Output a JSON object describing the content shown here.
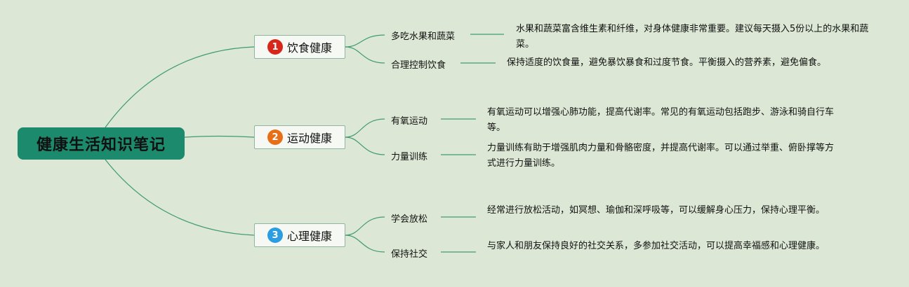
{
  "root": {
    "label": "健康生活知识笔记"
  },
  "colors": {
    "line": "#3f9a72",
    "num1": "#d8261b",
    "num2": "#e66f17",
    "num3": "#2c9de0"
  },
  "branches": [
    {
      "number": "1",
      "label": "饮食健康",
      "items": [
        {
          "label": "多吃水果和蔬菜",
          "desc": "水果和蔬菜富含维生素和纤维，对身体健康非常重要。建议每天摄入5份以上的水果和蔬菜。"
        },
        {
          "label": "合理控制饮食",
          "desc": "保持适度的饮食量，避免暴饮暴食和过度节食。平衡摄入的营养素，避免偏食。"
        }
      ]
    },
    {
      "number": "2",
      "label": "运动健康",
      "items": [
        {
          "label": "有氧运动",
          "desc": "有氧运动可以增强心肺功能，提高代谢率。常见的有氧运动包括跑步、游泳和骑自行车等。"
        },
        {
          "label": "力量训练",
          "desc": "力量训练有助于增强肌肉力量和骨骼密度，并提高代谢率。可以通过举重、俯卧撑等方式进行力量训练。"
        }
      ]
    },
    {
      "number": "3",
      "label": "心理健康",
      "items": [
        {
          "label": "学会放松",
          "desc": "经常进行放松活动，如冥想、瑜伽和深呼吸等，可以缓解身心压力，保持心理平衡。"
        },
        {
          "label": "保持社交",
          "desc": "与家人和朋友保持良好的社交关系，多参加社交活动，可以提高幸福感和心理健康。"
        }
      ]
    }
  ]
}
